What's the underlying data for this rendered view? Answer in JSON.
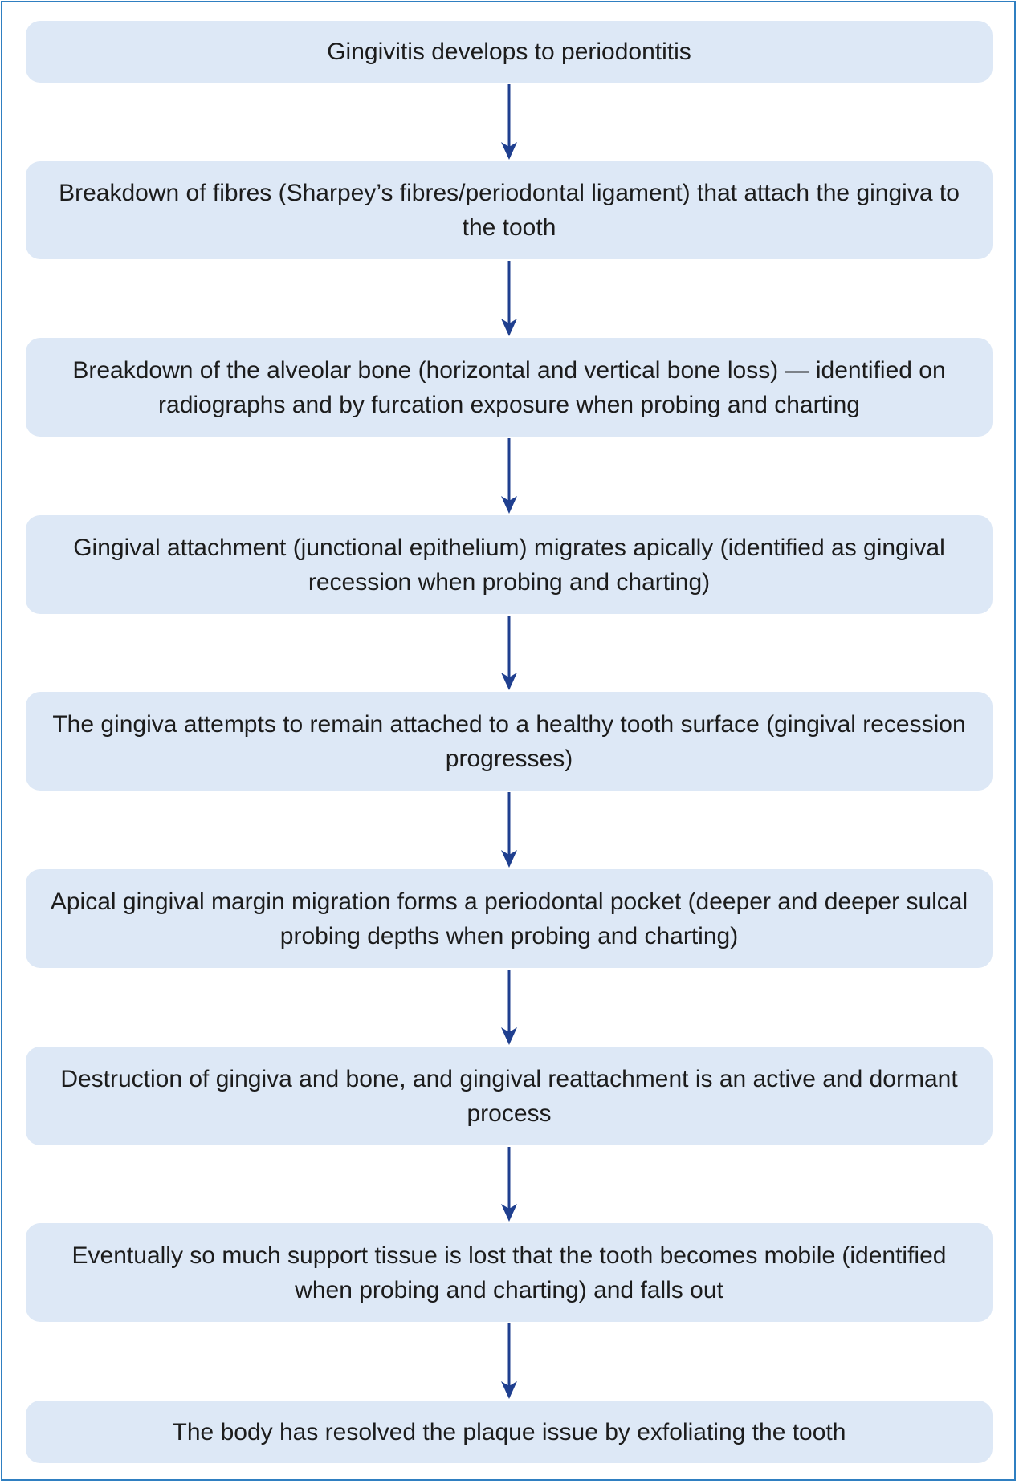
{
  "steps": [
    "Gingivitis develops to periodontitis",
    "Breakdown of fibres (Sharpey’s fibres/periodontal ligament) that attach the gingiva to the tooth",
    "Breakdown of the alveolar bone (horizontal and vertical bone loss) — identified on radiographs and by furcation exposure when probing and charting",
    "Gingival attachment (junctional epithelium) migrates apically (identified as gingival recession when probing and charting)",
    "The gingiva attempts to remain attached to a healthy tooth surface (gingival recession progresses)",
    "Apical gingival margin migration forms a periodontal pocket (deeper and deeper sulcal probing depths when probing and charting)",
    "Destruction of gingiva and bone, and gingival reattachment is an active and dormant process",
    "Eventually so much support tissue is lost that the tooth becomes mobile (identified when probing and charting) and falls out",
    "The body has resolved the plaque issue by exfoliating the tooth"
  ],
  "colors": {
    "box_fill": "#dde8f6",
    "arrow": "#1f3f8f",
    "border": "#2f7fc1",
    "text": "#1c1c1c"
  }
}
